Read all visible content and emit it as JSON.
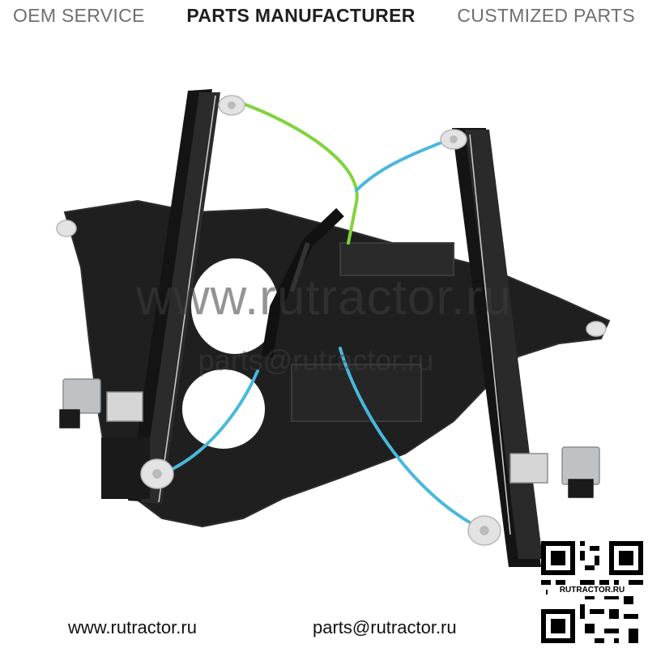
{
  "banner": {
    "left": "OEM SERVICE",
    "center": "PARTS MANUFACTURER",
    "right": "CUSTMIZED PARTS"
  },
  "watermark": {
    "site": "www.rutractor.ru",
    "email": "parts@rutractor.ru"
  },
  "footer": {
    "site": "www.rutractor.ru",
    "email": "parts@rutractor.ru"
  },
  "qr": {
    "label": "RUTRACTOR.RU"
  },
  "colors": {
    "frame": "#1b1b1b",
    "cable_blue": "#49b8dc",
    "cable_green": "#7fd43a",
    "pulley": "#e2e2e2",
    "banner_gray": "#6f6f6f",
    "banner_dark": "#1f1f1f"
  }
}
